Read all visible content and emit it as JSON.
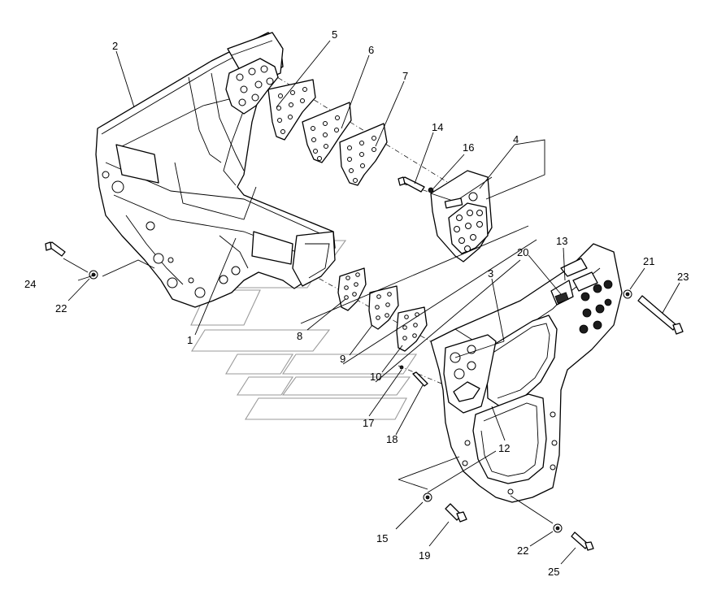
{
  "callouts": [
    {
      "id": "c1",
      "text": "1"
    },
    {
      "id": "c2",
      "text": "2"
    },
    {
      "id": "c3",
      "text": "3"
    },
    {
      "id": "c4",
      "text": "4"
    },
    {
      "id": "c5",
      "text": "5"
    },
    {
      "id": "c6",
      "text": "6"
    },
    {
      "id": "c7",
      "text": "7"
    },
    {
      "id": "c8",
      "text": "8"
    },
    {
      "id": "c9",
      "text": "9"
    },
    {
      "id": "c10",
      "text": "10"
    },
    {
      "id": "c12",
      "text": "12"
    },
    {
      "id": "c13",
      "text": "13"
    },
    {
      "id": "c14",
      "text": "14"
    },
    {
      "id": "c15",
      "text": "15"
    },
    {
      "id": "c16",
      "text": "16"
    },
    {
      "id": "c17",
      "text": "17"
    },
    {
      "id": "c18",
      "text": "18"
    },
    {
      "id": "c19",
      "text": "19"
    },
    {
      "id": "c20",
      "text": "20"
    },
    {
      "id": "c21",
      "text": "21"
    },
    {
      "id": "c22a",
      "text": "22"
    },
    {
      "id": "c22b",
      "text": "22"
    },
    {
      "id": "c23",
      "text": "23"
    },
    {
      "id": "c24",
      "text": "24"
    },
    {
      "id": "c25",
      "text": "25"
    }
  ],
  "colors": {
    "line": "#000000",
    "watermark": "#9a9a9a",
    "background": "#ffffff"
  }
}
